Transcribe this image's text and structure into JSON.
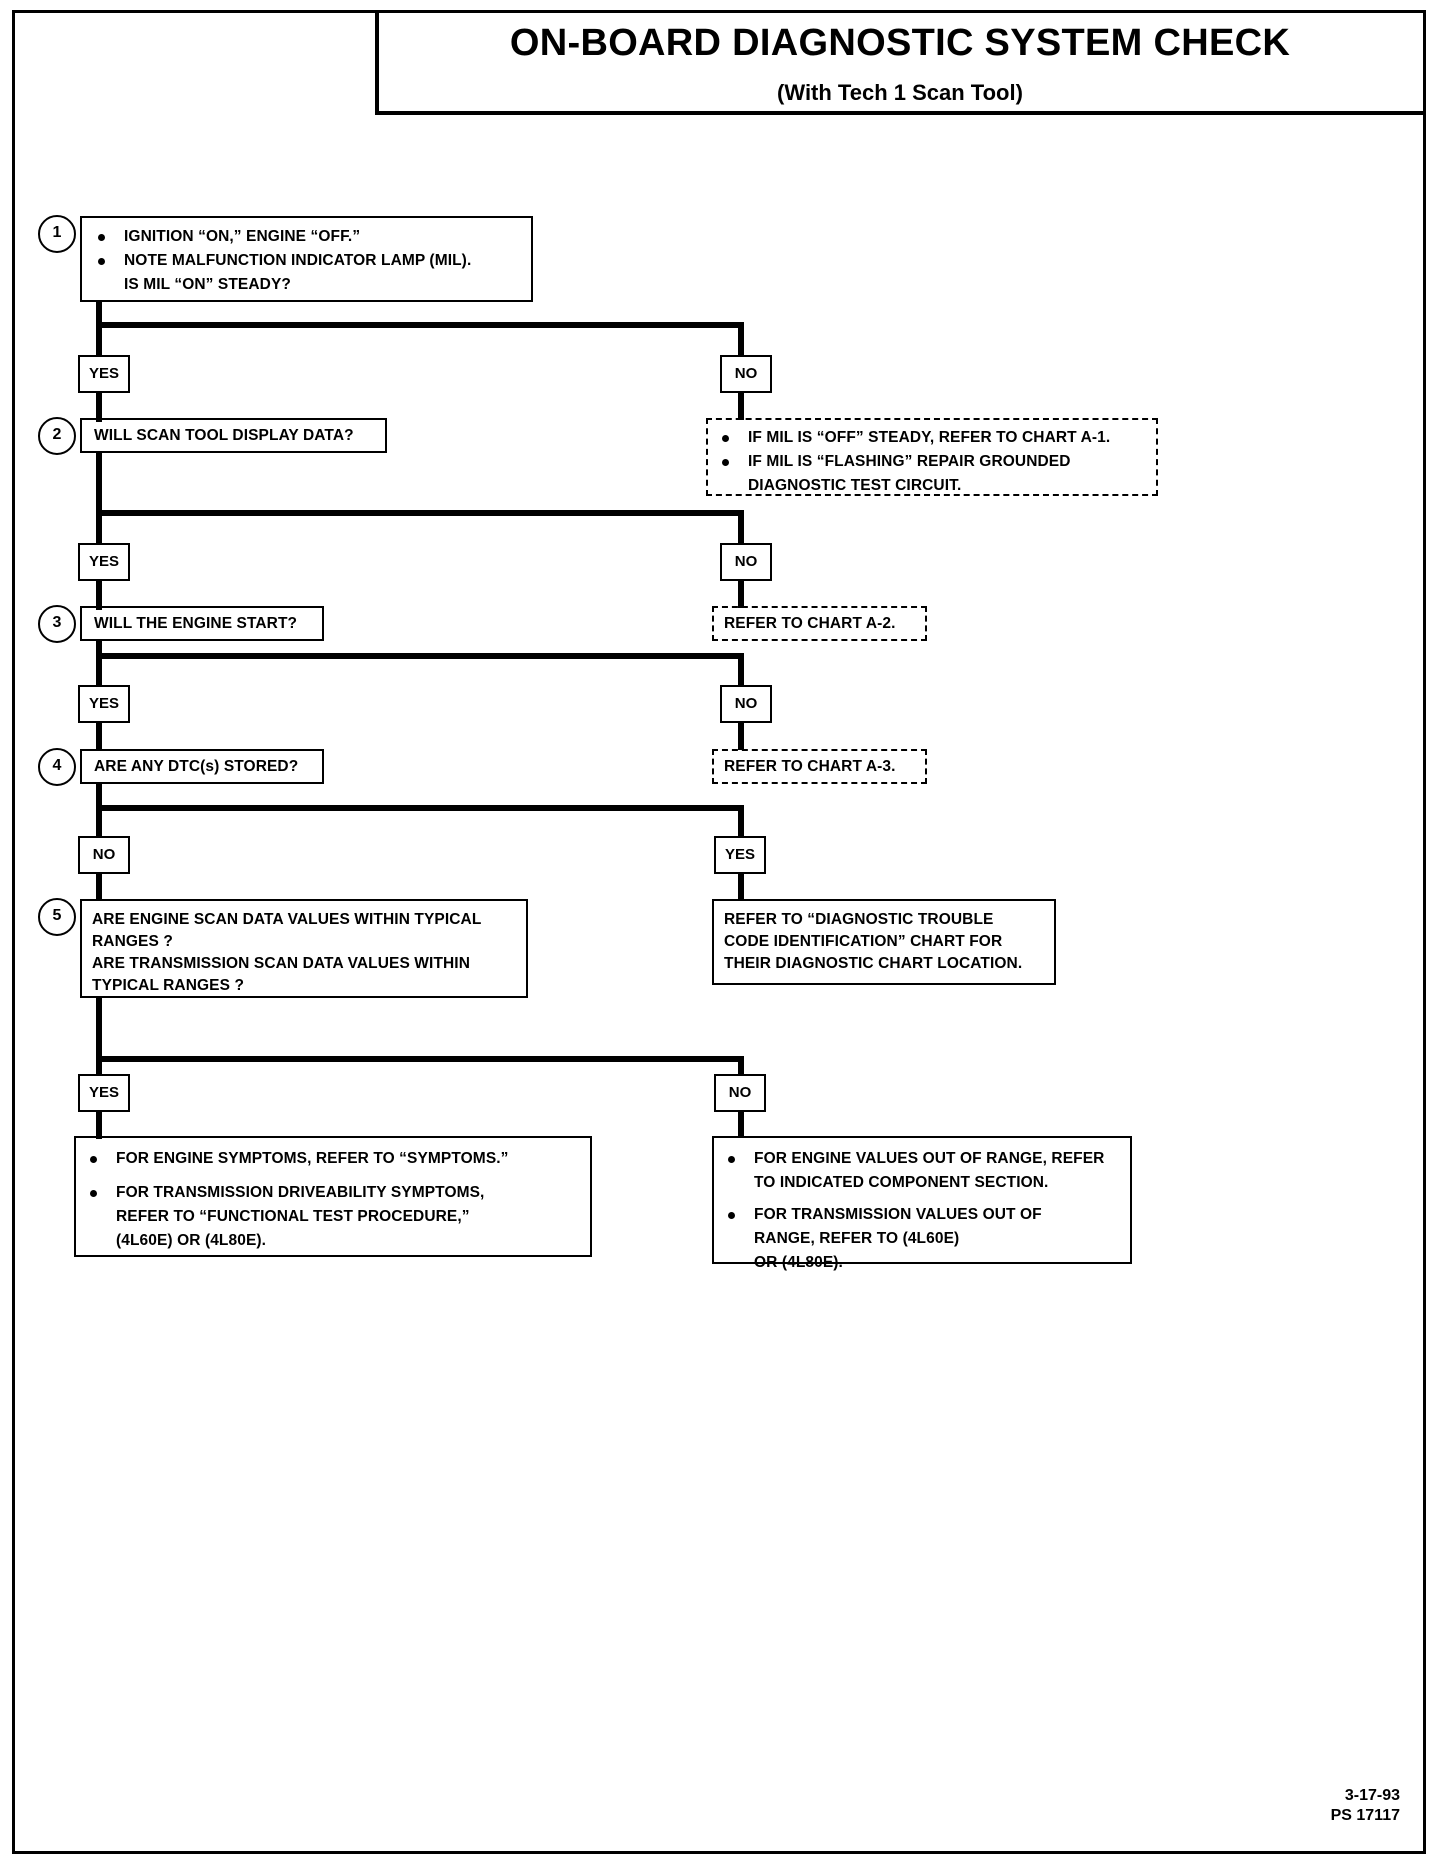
{
  "title": {
    "main": "ON-BOARD DIAGNOSTIC SYSTEM CHECK",
    "sub": "(With Tech 1 Scan Tool)"
  },
  "steps": {
    "s1": {
      "number": "1",
      "lines": [
        "IGNITION “ON,” ENGINE “OFF.”",
        "NOTE MALFUNCTION INDICATOR LAMP (MIL).",
        "IS MIL “ON” STEADY?"
      ]
    },
    "s2": {
      "number": "2",
      "text": "WILL SCAN TOOL DISPLAY DATA?"
    },
    "s3": {
      "number": "3",
      "text": "WILL THE ENGINE START?"
    },
    "s4": {
      "number": "4",
      "text": "ARE ANY DTC(s) STORED?"
    },
    "s5": {
      "number": "5",
      "line1": "ARE ENGINE SCAN DATA VALUES WITHIN TYPICAL",
      "line2": "RANGES ?",
      "line3": "ARE TRANSMISSION SCAN DATA VALUES WITHIN",
      "line4": "TYPICAL RANGES ?"
    }
  },
  "labels": {
    "yes1": "YES",
    "no1": "NO",
    "yes2": "YES",
    "no2": "NO",
    "yes3": "YES",
    "no3": "NO",
    "no4": "NO",
    "yes4": "YES",
    "yes5": "YES",
    "no5": "NO"
  },
  "outcomes": {
    "mil_dashed": {
      "line1": "IF MIL IS “OFF” STEADY, REFER TO CHART A-1.",
      "line2": "IF MIL IS “FLASHING” REPAIR GROUNDED",
      "line3": "DIAGNOSTIC TEST CIRCUIT."
    },
    "chart_a2": "REFER TO CHART A-2.",
    "chart_a3": "REFER TO CHART A-3.",
    "dtc_ident": {
      "line1": "REFER TO “DIAGNOSTIC TROUBLE",
      "line2": "CODE IDENTIFICATION” CHART FOR",
      "line3": "THEIR DIAGNOSTIC CHART LOCATION."
    },
    "symptoms_box": {
      "b1": "FOR ENGINE SYMPTOMS, REFER TO “SYMPTOMS.”",
      "b2_l1": "FOR TRANSMISSION DRIVEABILITY SYMPTOMS,",
      "b2_l2": "REFER TO “FUNCTIONAL TEST PROCEDURE,”",
      "b2_l3": "(4L60E) OR (4L80E)."
    },
    "out_of_range_box": {
      "b1_l1": "FOR ENGINE VALUES OUT OF RANGE, REFER",
      "b1_l2": "TO INDICATED COMPONENT SECTION.",
      "b2_l1": "FOR TRANSMISSION VALUES OUT OF",
      "b2_l2": "RANGE, REFER TO (4L60E)",
      "b2_l3": "OR (4L80E)."
    }
  },
  "footer": {
    "date": "3-17-93",
    "code": "PS 17117"
  }
}
